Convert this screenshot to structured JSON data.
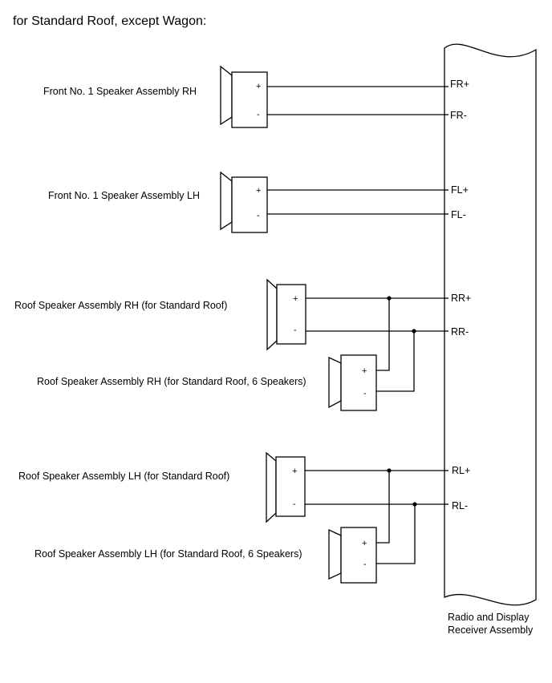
{
  "title": "for Standard Roof, except Wagon:",
  "receiver": {
    "label_line1": "Radio and Display",
    "label_line2": "Receiver Assembly"
  },
  "speakers": {
    "front_rh": {
      "label": "Front No. 1 Speaker Assembly RH",
      "plus": "+",
      "minus": "-"
    },
    "front_lh": {
      "label": "Front No. 1 Speaker Assembly LH",
      "plus": "+",
      "minus": "-"
    },
    "roof_rh": {
      "label": "Roof Speaker Assembly RH (for Standard Roof)",
      "plus": "+",
      "minus": "-"
    },
    "roof_rh_6": {
      "label": "Roof Speaker Assembly RH (for Standard Roof, 6 Speakers)",
      "plus": "+",
      "minus": "-"
    },
    "roof_lh": {
      "label": "Roof Speaker Assembly LH (for Standard Roof)",
      "plus": "+",
      "minus": "-"
    },
    "roof_lh_6": {
      "label": "Roof Speaker Assembly LH (for Standard Roof, 6 Speakers)",
      "plus": "+",
      "minus": "-"
    }
  },
  "pins": {
    "fr_plus": "FR+",
    "fr_minus": "FR-",
    "fl_plus": "FL+",
    "fl_minus": "FL-",
    "rr_plus": "RR+",
    "rr_minus": "RR-",
    "rl_plus": "RL+",
    "rl_minus": "RL-"
  }
}
